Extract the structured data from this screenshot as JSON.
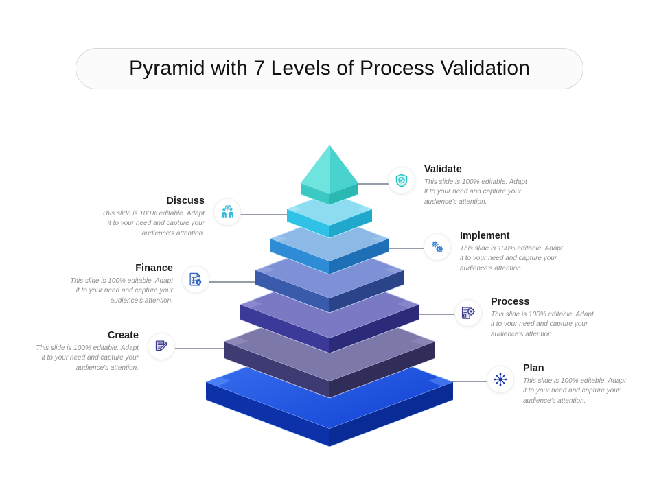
{
  "slide": {
    "title": "Pyramid with 7 Levels of Process Validation",
    "background_color": "#ffffff"
  },
  "pyramid": {
    "type": "3d-layered-pyramid",
    "level_count": 7,
    "levels": [
      {
        "index": 1,
        "position": "apex",
        "label": "Validate",
        "top_color": "#6FE3DE",
        "side_color": "#3CC9C4",
        "dark_color": "#2BB7B2",
        "edge_color": "#8EF0EC"
      },
      {
        "index": 2,
        "position": "second",
        "label": "Discuss",
        "top_color": "#8EDCF2",
        "side_color": "#2FC2E6",
        "dark_color": "#1FA8CC",
        "edge_color": "#9FEBFB"
      },
      {
        "index": 3,
        "position": "third",
        "label": "Implement",
        "top_color": "#8CB9E6",
        "side_color": "#2E8CD6",
        "dark_color": "#1E6FB5",
        "edge_color": "#AFD8F5"
      },
      {
        "index": 4,
        "position": "fourth",
        "label": "Finance",
        "top_color": "#7E91D6",
        "side_color": "#3A5BAC",
        "dark_color": "#2B4489",
        "edge_color": "#B9C6EC"
      },
      {
        "index": 5,
        "position": "fifth",
        "label": "Process",
        "top_color": "#7A79C3",
        "side_color": "#3B3A98",
        "dark_color": "#2C2B79",
        "edge_color": "#C2C1E6"
      },
      {
        "index": 6,
        "position": "sixth",
        "label": "Create",
        "top_color": "#7C78AA",
        "side_color": "#3E3B72",
        "dark_color": "#302D59",
        "edge_color": "#C5C2DD"
      },
      {
        "index": 7,
        "position": "base",
        "label": "Plan",
        "top_color": "#1E5AE6",
        "side_color": "#0D36BC",
        "dark_color": "#0A2A96",
        "edge_color": "#9CC0FF"
      }
    ]
  },
  "callouts": [
    {
      "id": "validate",
      "side": "right",
      "title": "Validate",
      "body": "This slide is 100% editable. Adapt it to your need and capture your audience's attention.",
      "icon": "shield-check-icon",
      "icon_color": "#2BC4C4"
    },
    {
      "id": "implement",
      "side": "right",
      "title": "Implement",
      "body": "This slide is 100% editable. Adapt it to your need and capture your audience's attention.",
      "icon": "gears-icon",
      "icon_color": "#2E7FD4"
    },
    {
      "id": "process",
      "side": "right",
      "title": "Process",
      "body": "This slide is 100% editable. Adapt it to your need and capture your audience's attention.",
      "icon": "document-gear-icon",
      "icon_color": "#3B3A8C"
    },
    {
      "id": "plan",
      "side": "right",
      "title": "Plan",
      "body": "This slide is 100% editable. Adapt it to your need and capture your audience's attention.",
      "icon": "network-nodes-icon",
      "icon_color": "#1733A8"
    },
    {
      "id": "discuss",
      "side": "left",
      "title": "Discuss",
      "body": "This slide is 100% editable. Adapt it to your need and capture your audience's attention.",
      "icon": "two-people-talking-icon",
      "icon_color": "#35BCD8"
    },
    {
      "id": "finance",
      "side": "left",
      "title": "Finance",
      "body": "This slide is 100% editable. Adapt it to your need and capture your audience's attention.",
      "icon": "invoice-dollar-icon",
      "icon_color": "#2F5FC0"
    },
    {
      "id": "create",
      "side": "left",
      "title": "Create",
      "body": "This slide is 100% editable. Adapt it to your need and capture your audience's attention.",
      "icon": "notepad-pencil-icon",
      "icon_color": "#3B3A8C"
    }
  ],
  "connector_color": "#2B3A55"
}
